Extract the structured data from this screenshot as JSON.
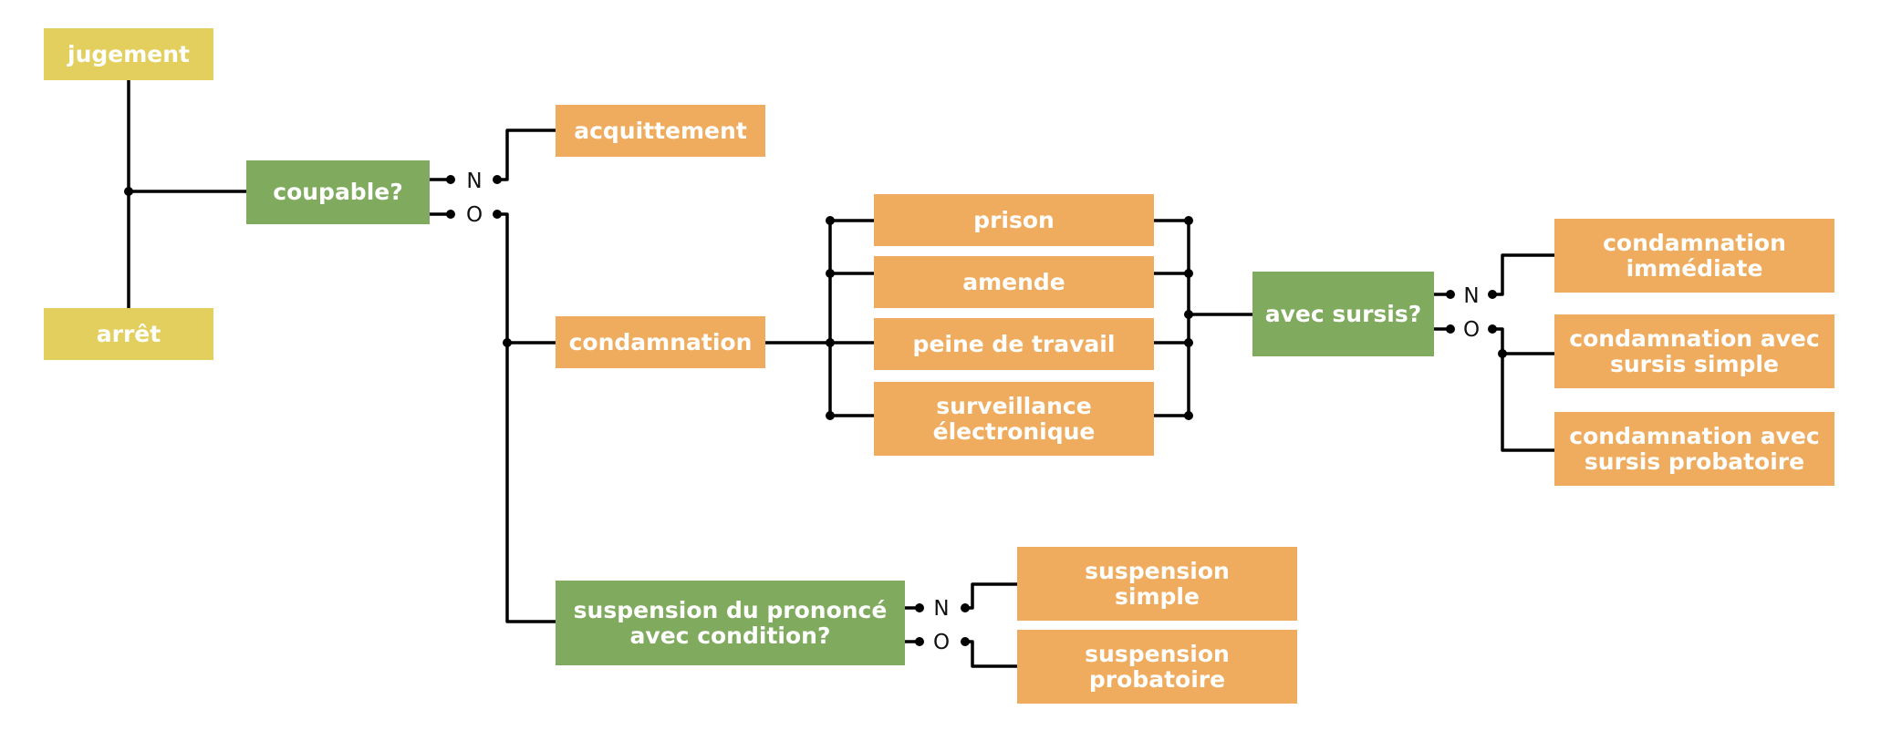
{
  "colors": {
    "yellow": "#e2cf5d",
    "green": "#80ab5e",
    "orange": "#f0ac5e",
    "line": "#000000"
  },
  "nodes": {
    "jugement": "jugement",
    "arret": "arrêt",
    "coupable": "coupable?",
    "acquittement": "acquittement",
    "condamnation": "condamnation",
    "prison": "prison",
    "amende": "amende",
    "peine_de_travail": "peine de travail",
    "surveillance": "surveillance\nélectronique",
    "avec_sursis": "avec sursis?",
    "condamnation_immediate": "condamnation\nimmédiate",
    "sursis_simple": "condamnation avec\nsursis simple",
    "sursis_probatoire": "condamnation avec\nsursis probatoire",
    "suspension_prononce": "suspension du prononcé\navec condition?",
    "suspension_simple": "suspension\nsimple",
    "suspension_probatoire": "suspension\nprobatoire"
  },
  "branch_labels": {
    "no": "N",
    "yes": "O"
  }
}
